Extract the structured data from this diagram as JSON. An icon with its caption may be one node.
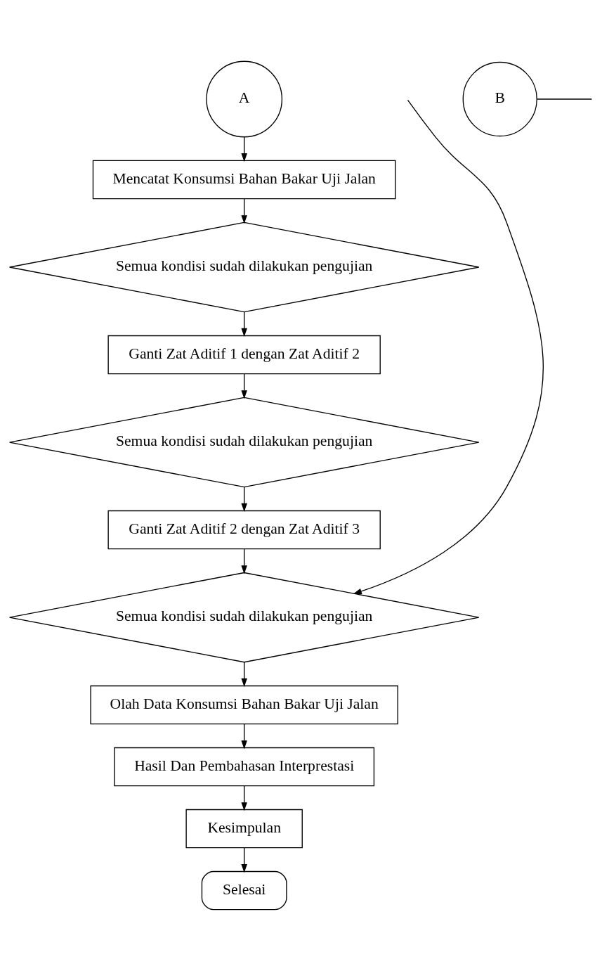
{
  "diagram": {
    "nodes": [
      {
        "text": [
          "A"
        ]
      },
      {
        "text": [
          "Mencatat Konsumsi Bahan Bakar Uji Jalan"
        ]
      },
      {
        "text": [
          "Semua kondisi sudah dilakukan pengujian"
        ]
      },
      {
        "text": [
          "Ganti Zat Aditif 1 dengan Zat Aditif 2"
        ]
      },
      {
        "text": [
          "Semua kondisi sudah dilakukan pengujian"
        ]
      },
      {
        "text": [
          "Ganti Zat Aditif 2 dengan Zat Aditif 3"
        ]
      },
      {
        "text": [
          "Semua kondisi sudah dilakukan pengujian"
        ]
      },
      {
        "text": [
          "Olah Data Konsumsi Bahan Bakar Uji Jalan"
        ]
      },
      {
        "text": [
          "Hasil Dan Pembahasan Interprestasi"
        ]
      },
      {
        "text": [
          "Kesimpulan"
        ]
      },
      {
        "text": [
          "Selesai"
        ]
      },
      {
        "text": [
          "B"
        ]
      }
    ],
    "edges": [
      {
        "from": 0,
        "to": 1,
        "arrow": "to"
      },
      {
        "from": 1,
        "to": 2,
        "arrow": "to"
      },
      {
        "from": 2,
        "to": 3,
        "arrow": "to"
      },
      {
        "from": 3,
        "to": 4,
        "arrow": "to"
      },
      {
        "from": 4,
        "to": 5,
        "arrow": "to"
      },
      {
        "from": 5,
        "to": 6,
        "arrow": "to"
      },
      {
        "from": 6,
        "to": 7,
        "arrow": "to"
      },
      {
        "from": 7,
        "to": 8,
        "arrow": "to"
      },
      {
        "from": 8,
        "to": 9,
        "arrow": "to"
      },
      {
        "from": 9,
        "to": 10,
        "arrow": "to"
      },
      {
        "from": 11,
        "to": null,
        "arrow": "none"
      },
      {
        "from": null,
        "to": 6,
        "arrow": "to"
      }
    ]
  }
}
